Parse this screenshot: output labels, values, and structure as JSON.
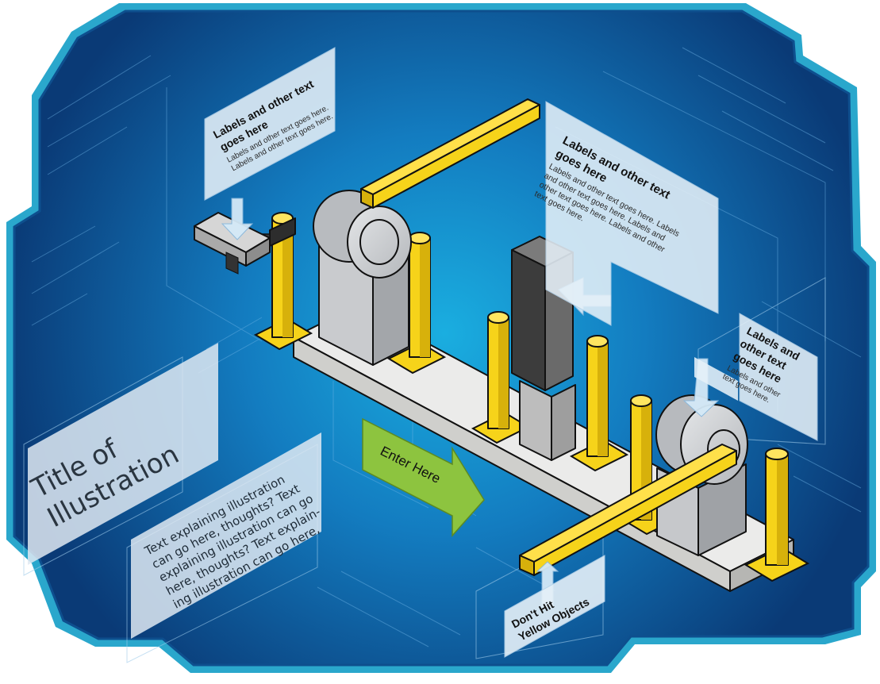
{
  "title": {
    "line1": "Title of",
    "line2": "Illustration"
  },
  "explanation": {
    "lines": [
      "Text explaining illustration",
      "can go here, thoughts? Text",
      "explaining illustration can go",
      "here, thoughts?  Text explain-",
      "ing illustration can go here,"
    ]
  },
  "callout_camera": {
    "title_lines": [
      "Labels and other text",
      "goes here"
    ],
    "body_lines": [
      "Labels and other text goes here.",
      "Labels and other text goes here."
    ]
  },
  "callout_kiosk": {
    "title_lines": [
      "Labels and other text",
      "goes here"
    ],
    "body_lines": [
      "Labels and other text goes here. Labels",
      "and other text goes here. Labels and",
      "other text goes here. Labels and other",
      "text goes here."
    ]
  },
  "callout_drum": {
    "title_lines": [
      "Labels and",
      "other text",
      "goes here"
    ],
    "body_lines": [
      "Labels and other",
      "text goes here."
    ]
  },
  "enter_sign": {
    "label": "Enter Here"
  },
  "warning": {
    "lines": [
      "Don't Hit",
      "Yellow Objects"
    ]
  },
  "colors": {
    "bg_outer": "#0b3d78",
    "bg_center": "#15a6dc",
    "frame": "#20a9cf",
    "post_yellow": "#f6d31a",
    "arrow_green": "#8dc43f",
    "concrete": "#d9d9d6",
    "drum_gray": "#c6c8cb"
  }
}
